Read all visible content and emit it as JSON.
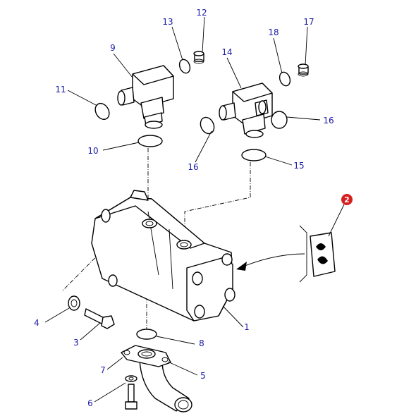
{
  "colors": {
    "callout_text": "#1a1aa8",
    "line": "#000000",
    "badge": "#d62020",
    "badge_text": "#ffffff"
  },
  "badge": {
    "label": "2"
  },
  "callouts": {
    "c1": "1",
    "c3": "3",
    "c4": "4",
    "c5": "5",
    "c6": "6",
    "c7": "7",
    "c8": "8",
    "c9": "9",
    "c10": "10",
    "c11": "11",
    "c12": "12",
    "c13": "13",
    "c14": "14",
    "c15": "15",
    "c16a": "16",
    "c16b": "16",
    "c17": "17",
    "c18": "18"
  }
}
